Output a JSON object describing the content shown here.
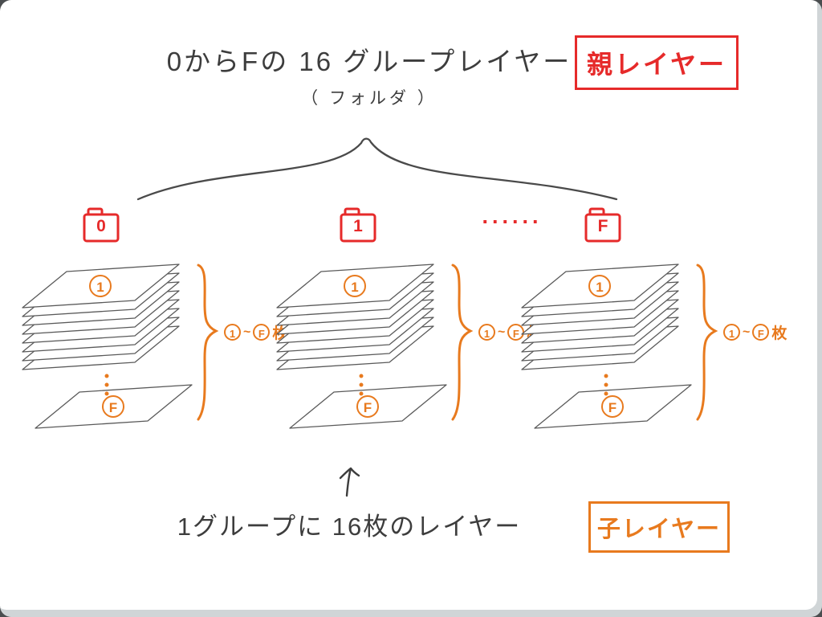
{
  "title": {
    "main": "0からFの 16 グループレイヤー",
    "sub": "（ フォルダ ）"
  },
  "parent_layer": {
    "label": "親レイヤー"
  },
  "ellipsis": "......",
  "groups": [
    {
      "folder": "0",
      "top_label": "1",
      "bottom_label": "F",
      "range_from": "1",
      "range_sep": "~",
      "range_to": "F",
      "range_suffix": "枚"
    },
    {
      "folder": "1",
      "top_label": "1",
      "bottom_label": "F",
      "range_from": "1",
      "range_sep": "~",
      "range_to": "F",
      "range_suffix": "枚"
    },
    {
      "folder": "F",
      "top_label": "1",
      "bottom_label": "F",
      "range_from": "1",
      "range_sep": "~",
      "range_to": "F",
      "range_suffix": "枚"
    }
  ],
  "bottom": {
    "text": "1グループに 16枚のレイヤー",
    "child_layer_label": "子レイヤー"
  },
  "colors": {
    "red": "#e62a2a",
    "orange": "#e87a1e",
    "ink": "#3d3d3d"
  }
}
